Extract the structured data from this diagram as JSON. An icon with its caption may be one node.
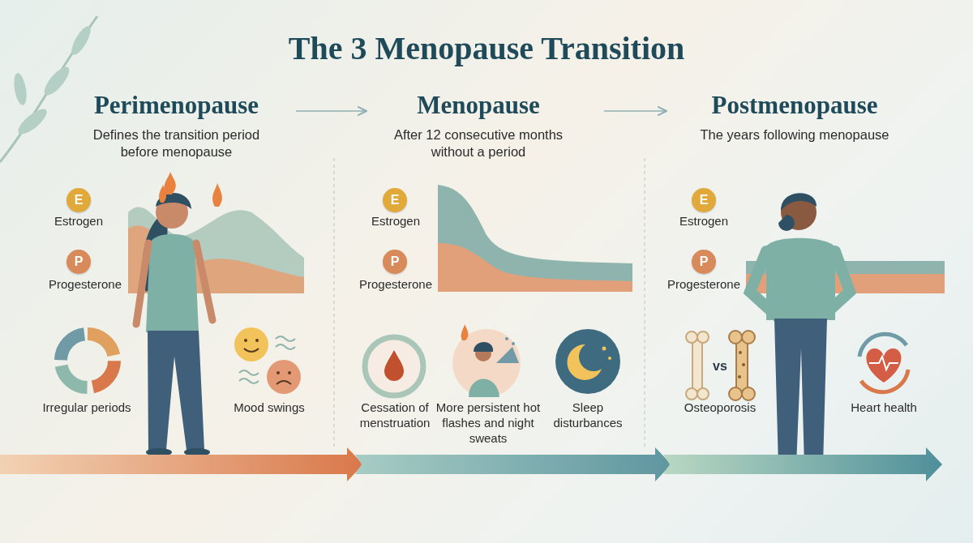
{
  "diagram": {
    "title": "The 3 Menopause Transition",
    "nodes": [
      {
        "text": [
          "Perimenopause",
          "Defines the transition period before menopause"
        ]
      },
      {
        "text": [
          "Menopause",
          "After 12 consecutive months without a period"
        ]
      },
      {
        "text": [
          "Postmenopause",
          "The years following menopause"
        ]
      }
    ],
    "edges": [
      {
        "from": 0,
        "to": 1,
        "arrow": "to"
      },
      {
        "from": 1,
        "to": 2,
        "arrow": "to"
      }
    ],
    "labels": [
      "E",
      "Estrogen",
      "P",
      "Progesterone",
      "Irregular periods",
      "Mood swings",
      "E",
      "Estrogen",
      "P",
      "Progesterone",
      "Cessation of menstruation",
      "More persistent hot flashes and night sweats",
      "Sleep disturbances",
      "E",
      "Estrogen",
      "P",
      "Progesterone",
      "Osteoporosis",
      "vs",
      "Heart health"
    ]
  }
}
